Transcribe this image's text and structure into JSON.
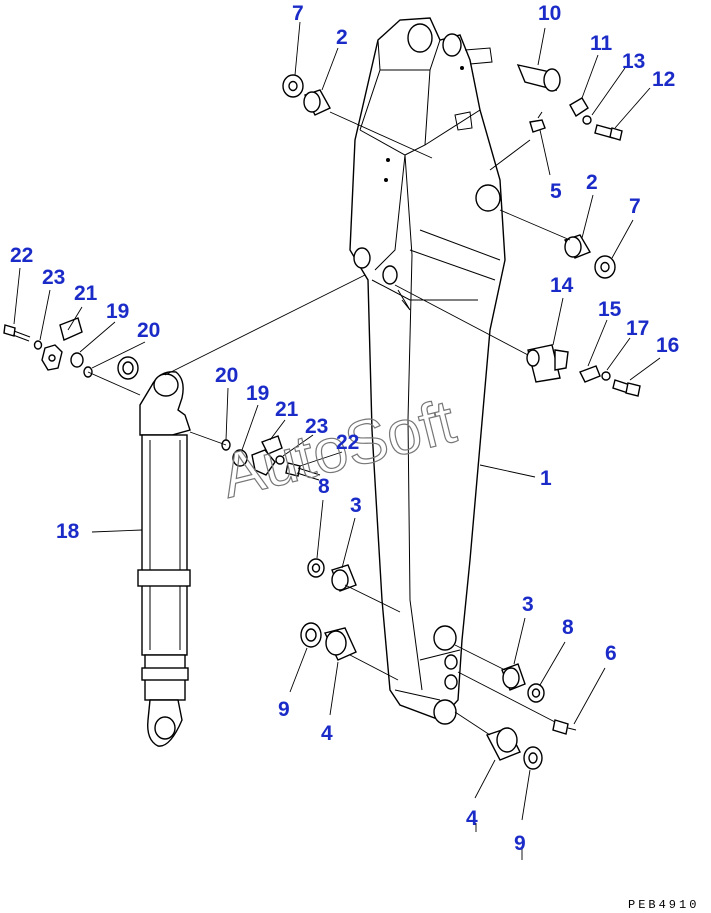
{
  "watermark": "AutoSoft",
  "drawing_code": "PEB4910",
  "labels": {
    "l7a": "7",
    "l2a": "2",
    "l10": "10",
    "l11": "11",
    "l13": "13",
    "l12": "12",
    "l5": "5",
    "l2b": "2",
    "l7b": "7",
    "l22a": "22",
    "l23a": "23",
    "l21a": "21",
    "l19a": "19",
    "l20a": "20",
    "l14": "14",
    "l15": "15",
    "l17": "17",
    "l16": "16",
    "l20b": "20",
    "l19b": "19",
    "l21b": "21",
    "l23b": "23",
    "l22b": "22",
    "l8a": "8",
    "l1": "1",
    "l18": "18",
    "l3a": "3",
    "l3b": "3",
    "l8b": "8",
    "l6": "6",
    "l9a": "9",
    "l4a": "4",
    "l4b": "4",
    "l9b": "9"
  }
}
